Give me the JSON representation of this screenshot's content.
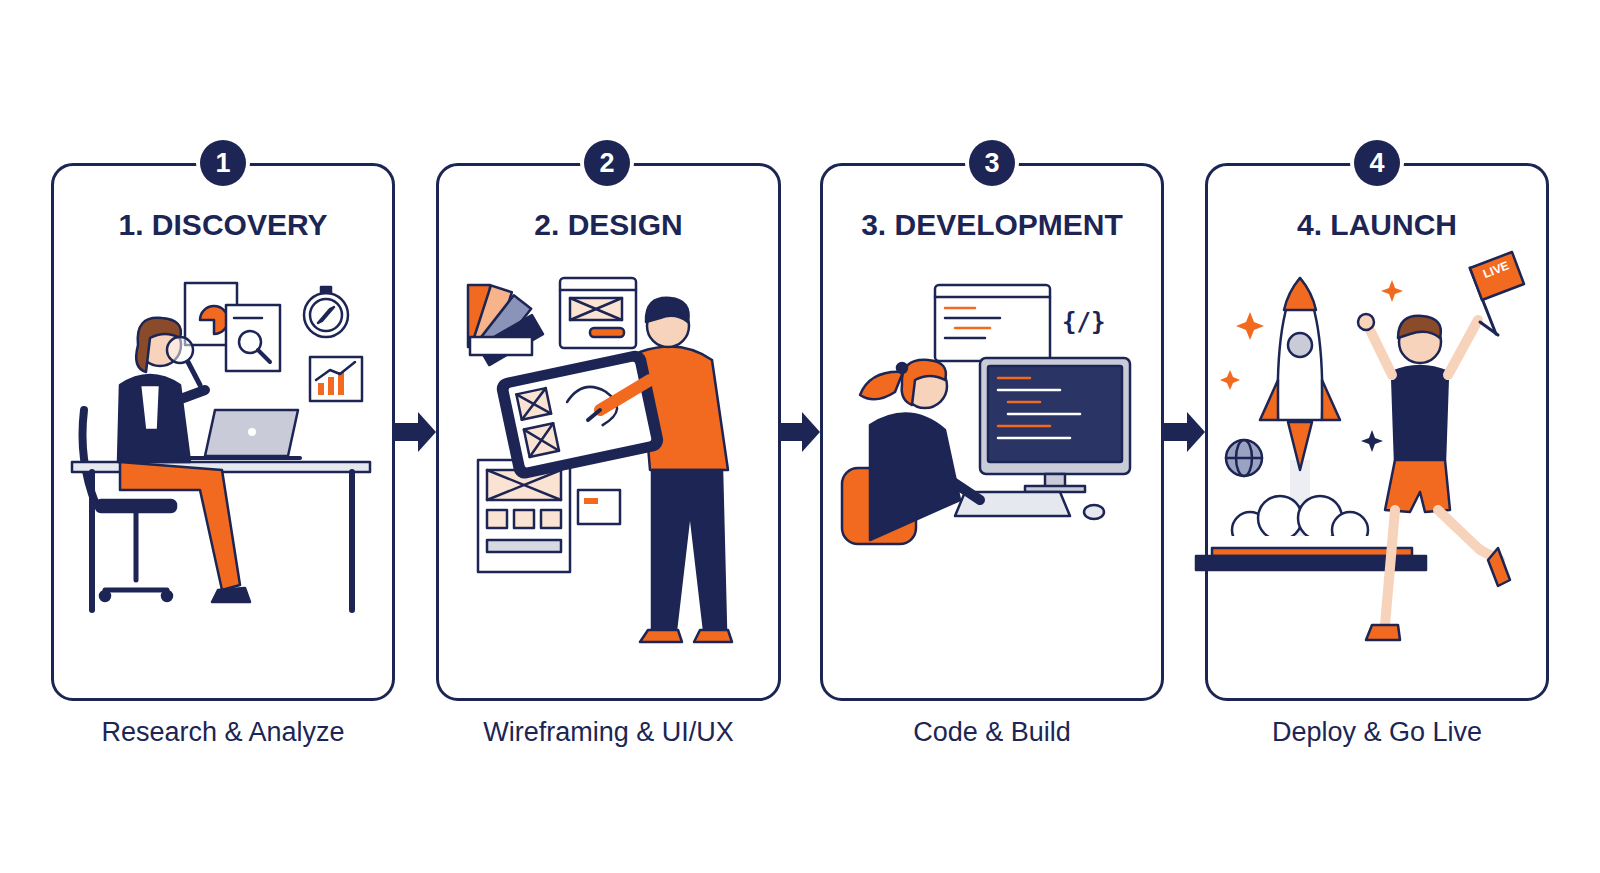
{
  "diagram": {
    "nodes": [
      {
        "text": [
          "1"
        ]
      },
      {
        "text": [
          "1. DISCOVERY",
          "Research & Analyze"
        ]
      },
      {
        "text": [
          "2"
        ]
      },
      {
        "text": [
          "2. DESIGN",
          "Wireframing & UI/UX"
        ]
      },
      {
        "text": [
          "3"
        ]
      },
      {
        "text": [
          "3. DEVELOPMENT",
          "Code & Build"
        ]
      },
      {
        "text": [
          "4"
        ]
      },
      {
        "text": [
          "4. LAUNCH",
          "Deploy & Go Live"
        ]
      }
    ],
    "edges": [
      {
        "from": 1,
        "to": 3,
        "arrow": "to"
      },
      {
        "from": 3,
        "to": 5,
        "arrow": "to"
      },
      {
        "from": 5,
        "to": 7,
        "arrow": "to"
      }
    ],
    "labels": [
      "{/}",
      "LIVE"
    ]
  }
}
